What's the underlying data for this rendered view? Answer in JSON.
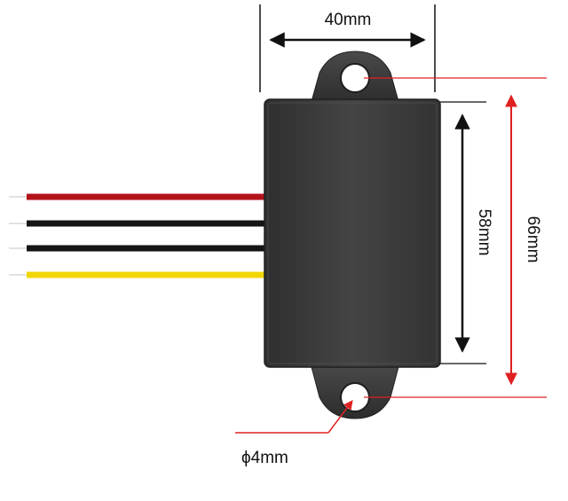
{
  "dimensions": {
    "width_label": "40mm",
    "inner_height_label": "58mm",
    "outer_height_label": "66mm",
    "hole_diameter_label": "ϕ4mm"
  },
  "wires": [
    {
      "color_name": "red",
      "color": "#b3121b"
    },
    {
      "color_name": "black",
      "color": "#151515"
    },
    {
      "color_name": "black",
      "color": "#151515"
    },
    {
      "color_name": "yellow",
      "color": "#f2d600"
    }
  ],
  "colors": {
    "body": "#3a3a3a",
    "dimension_red": "#e02020",
    "dimension_black": "#111111"
  }
}
